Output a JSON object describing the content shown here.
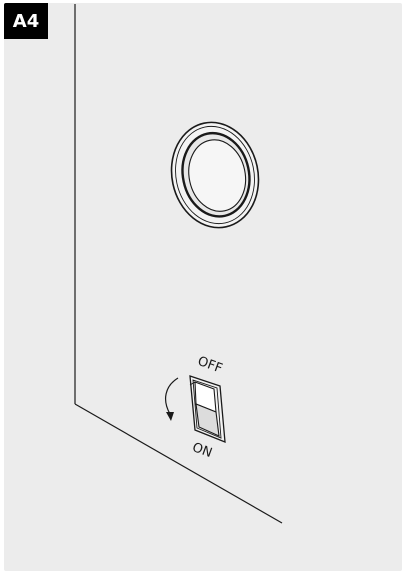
{
  "step": {
    "label": "A4"
  },
  "switch": {
    "off_label": "OFF",
    "on_label": "ON",
    "state": "on"
  },
  "icons": {
    "button": "round-push-button",
    "switch": "rocker-switch",
    "arrow": "curved-arrow-icon"
  },
  "colors": {
    "background": "#ececec",
    "badge": "#000000",
    "line": "#1a1a1a"
  }
}
